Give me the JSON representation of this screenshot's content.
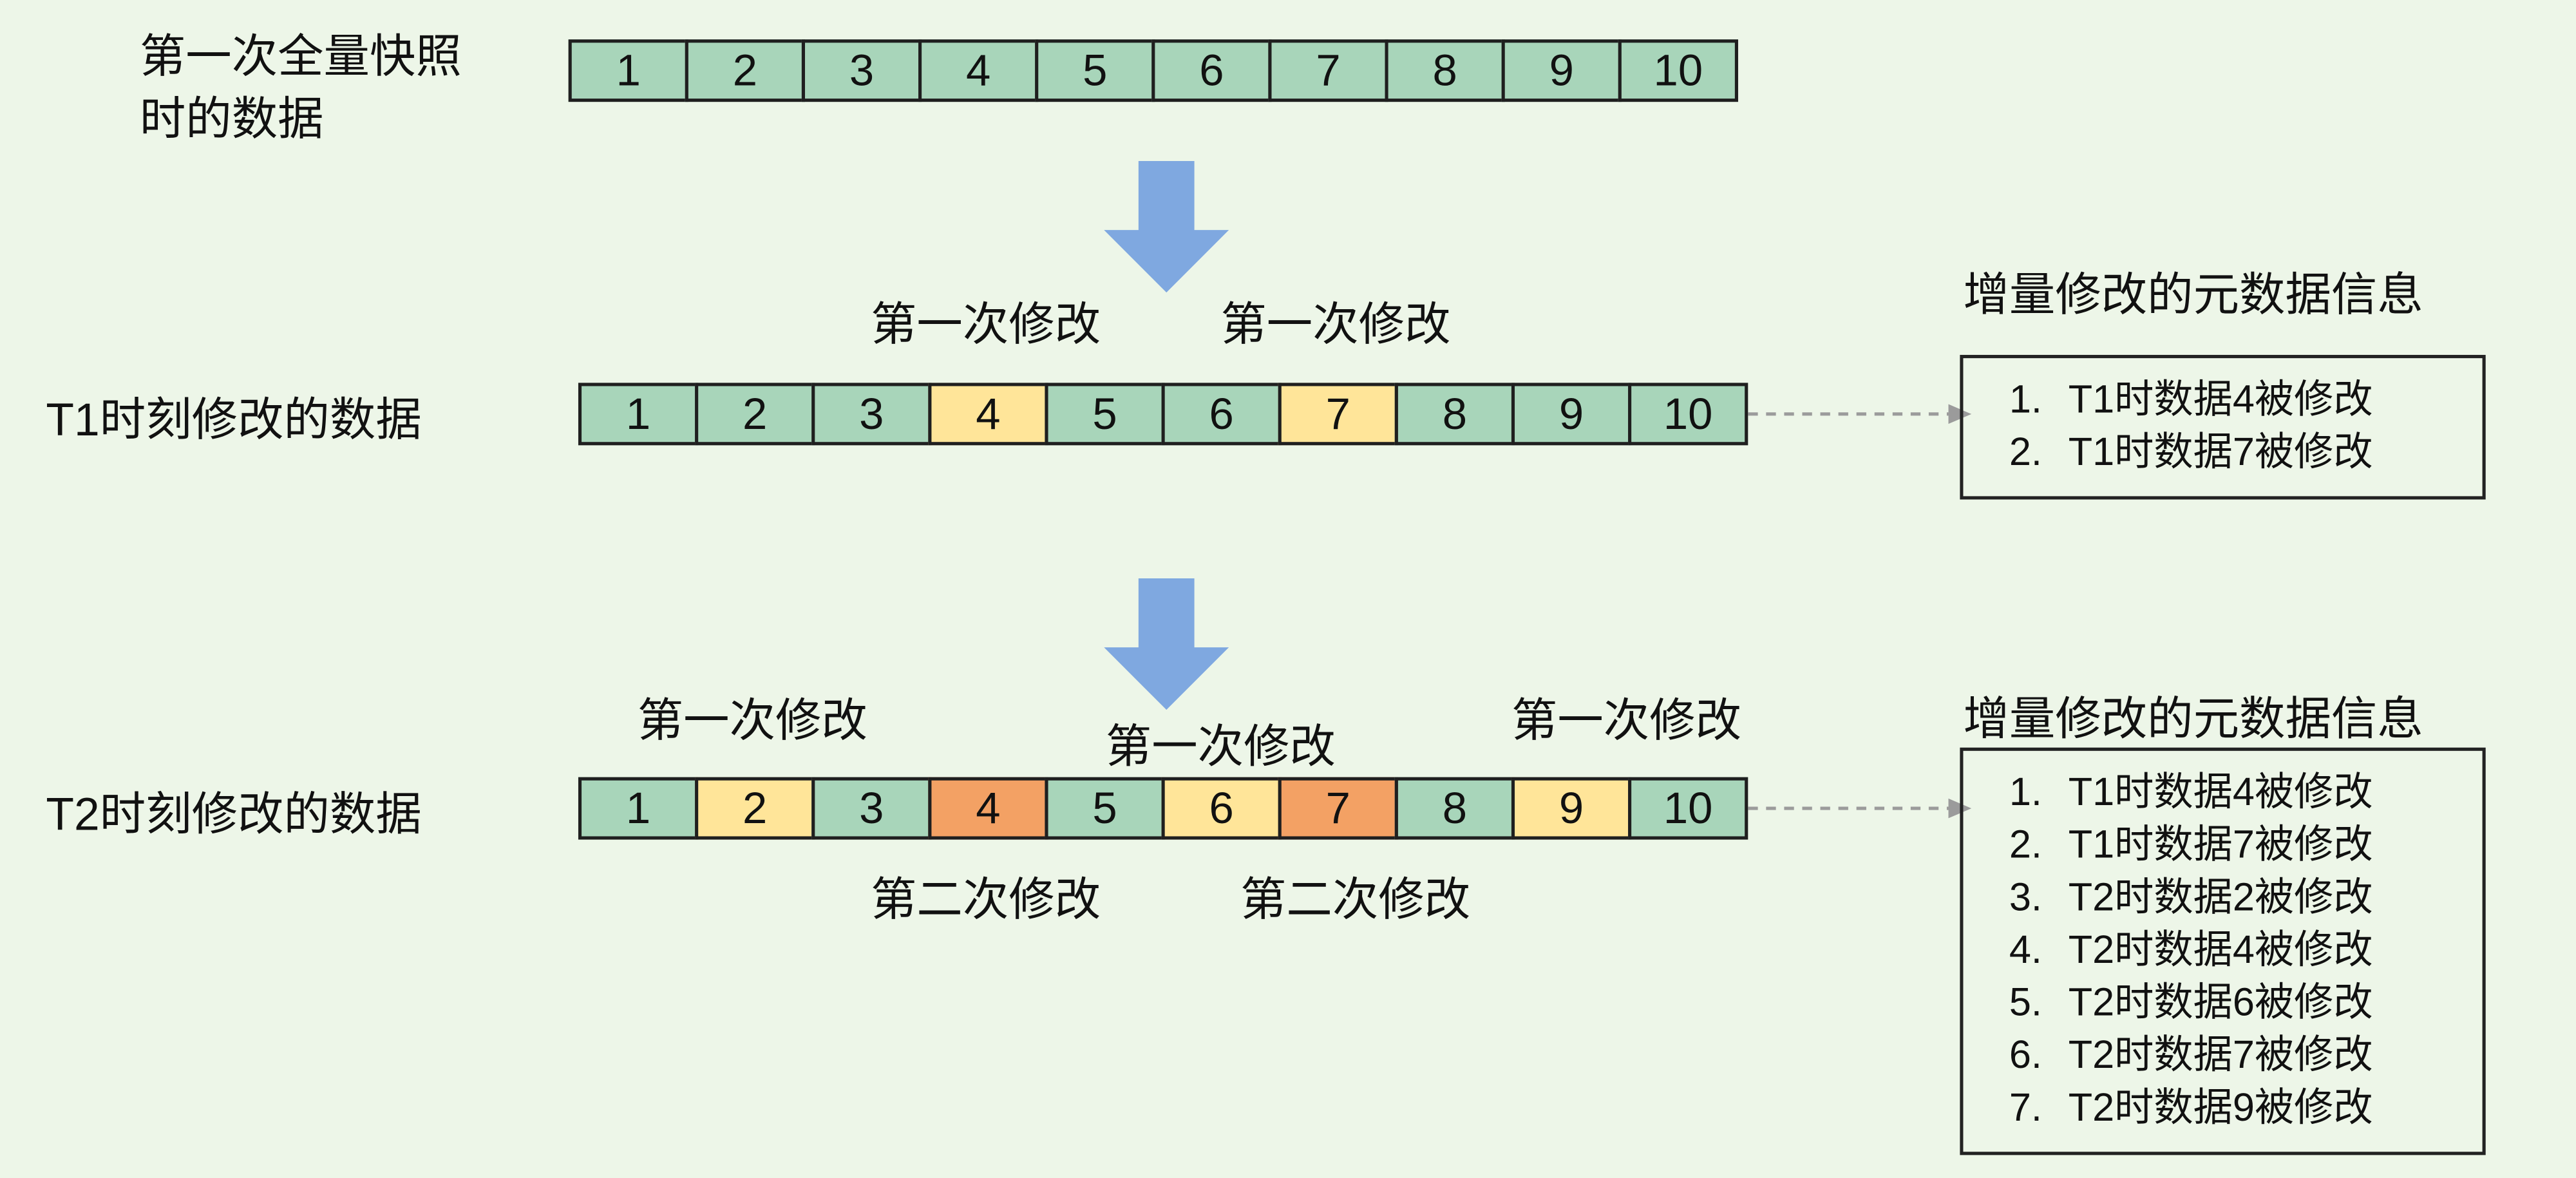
{
  "colors": {
    "bg": "#edf6e8",
    "cell-green": "#a8d5ba",
    "cell-yellow": "#ffe599",
    "cell-orange": "#f3a164",
    "cell-border": "#1f1f1f",
    "arrow-blue": "#7fa8e0",
    "dashed-gray": "#9b9b9b",
    "box-border": "#222222",
    "text": "#111111"
  },
  "snapshot_row": {
    "label_line1": "第一次全量快照",
    "label_line2": "时的数据",
    "cells": [
      {
        "value": "1",
        "color": "green"
      },
      {
        "value": "2",
        "color": "green"
      },
      {
        "value": "3",
        "color": "green"
      },
      {
        "value": "4",
        "color": "green"
      },
      {
        "value": "5",
        "color": "green"
      },
      {
        "value": "6",
        "color": "green"
      },
      {
        "value": "7",
        "color": "green"
      },
      {
        "value": "8",
        "color": "green"
      },
      {
        "value": "9",
        "color": "green"
      },
      {
        "value": "10",
        "color": "green"
      }
    ]
  },
  "t1_row": {
    "label": "T1时刻修改的数据",
    "mod_label_1": "第一次修改",
    "mod_label_2": "第一次修改",
    "cells": [
      {
        "value": "1",
        "color": "green"
      },
      {
        "value": "2",
        "color": "green"
      },
      {
        "value": "3",
        "color": "green"
      },
      {
        "value": "4",
        "color": "yellow"
      },
      {
        "value": "5",
        "color": "green"
      },
      {
        "value": "6",
        "color": "green"
      },
      {
        "value": "7",
        "color": "yellow"
      },
      {
        "value": "8",
        "color": "green"
      },
      {
        "value": "9",
        "color": "green"
      },
      {
        "value": "10",
        "color": "green"
      }
    ],
    "metadata": {
      "title": "增量修改的元数据信息",
      "items": [
        {
          "num": "1.",
          "text": "T1时数据4被修改"
        },
        {
          "num": "2.",
          "text": "T1时数据7被修改"
        }
      ]
    }
  },
  "t2_row": {
    "label": "T2时刻修改的数据",
    "top_mod_label_1": "第一次修改",
    "top_mod_label_2": "第一次修改",
    "top_mod_label_3": "第一次修改",
    "bottom_mod_label_1": "第二次修改",
    "bottom_mod_label_2": "第二次修改",
    "cells": [
      {
        "value": "1",
        "color": "green"
      },
      {
        "value": "2",
        "color": "yellow"
      },
      {
        "value": "3",
        "color": "green"
      },
      {
        "value": "4",
        "color": "orange"
      },
      {
        "value": "5",
        "color": "green"
      },
      {
        "value": "6",
        "color": "yellow"
      },
      {
        "value": "7",
        "color": "orange"
      },
      {
        "value": "8",
        "color": "green"
      },
      {
        "value": "9",
        "color": "yellow"
      },
      {
        "value": "10",
        "color": "green"
      }
    ],
    "metadata": {
      "title": "增量修改的元数据信息",
      "items": [
        {
          "num": "1.",
          "text": "T1时数据4被修改"
        },
        {
          "num": "2.",
          "text": "T1时数据7被修改"
        },
        {
          "num": "3.",
          "text": "T2时数据2被修改"
        },
        {
          "num": "4.",
          "text": "T2时数据4被修改"
        },
        {
          "num": "5.",
          "text": "T2时数据6被修改"
        },
        {
          "num": "6.",
          "text": "T2时数据7被修改"
        },
        {
          "num": "7.",
          "text": "T2时数据9被修改"
        }
      ]
    }
  }
}
